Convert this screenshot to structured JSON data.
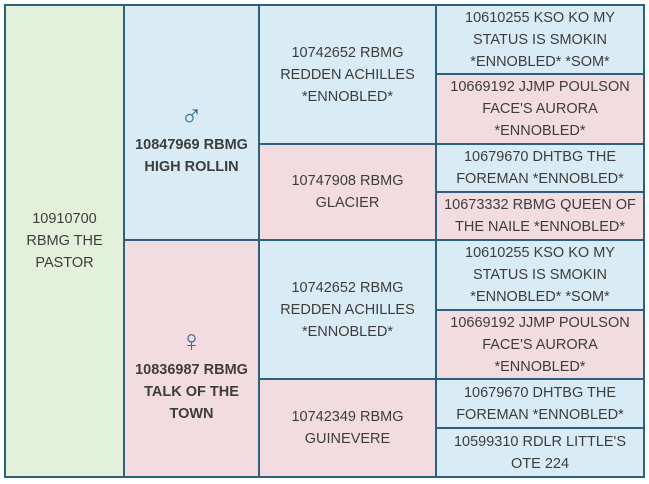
{
  "subject": "10910700 RBMG THE PASTOR",
  "sire": {
    "symbol": "♂",
    "name": "10847969 RBMG HIGH ROLLIN",
    "sire": {
      "name": "10742652 RBMG REDDEN ACHILLES *ENNOBLED*",
      "sire": "10610255 KSO KO MY STATUS IS SMOKIN *ENNOBLED* *SOM*",
      "dam": "10669192 JJMP POULSON FACE'S AURORA *ENNOBLED*"
    },
    "dam": {
      "name": "10747908 RBMG GLACIER",
      "sire": "10679670 DHTBG THE FOREMAN *ENNOBLED*",
      "dam": "10673332 RBMG QUEEN OF THE NAILE *ENNOBLED*"
    }
  },
  "dam": {
    "symbol": "♀",
    "name": "10836987 RBMG TALK OF THE TOWN",
    "sire": {
      "name": "10742652 RBMG REDDEN ACHILLES *ENNOBLED*",
      "sire": "10610255 KSO KO MY STATUS IS SMOKIN *ENNOBLED* *SOM*",
      "dam": "10669192 JJMP POULSON FACE'S AURORA *ENNOBLED*"
    },
    "dam": {
      "name": "10742349 RBMG GUINEVERE",
      "sire": "10679670 DHTBG THE FOREMAN *ENNOBLED*",
      "dam": "10599310 RDLR LITTLE'S OTE 224"
    }
  }
}
